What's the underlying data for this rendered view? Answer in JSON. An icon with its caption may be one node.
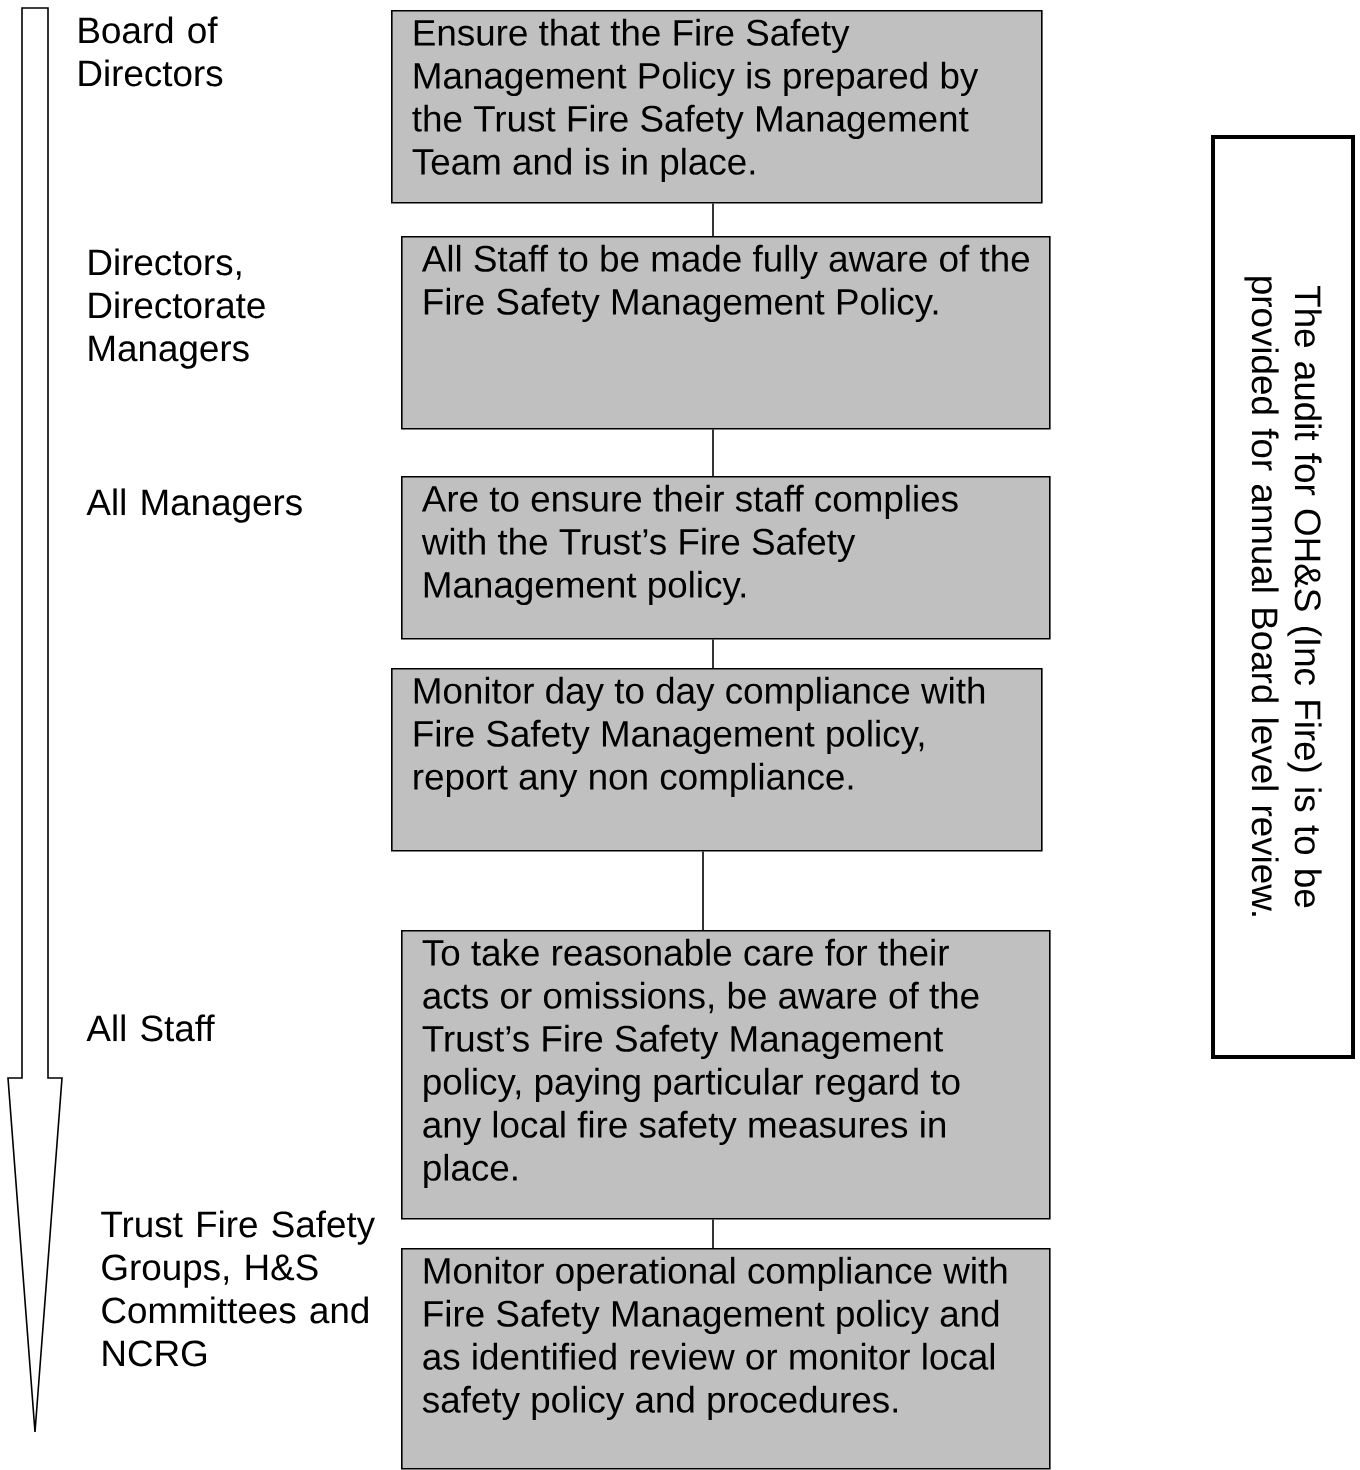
{
  "diagram": {
    "nodes": [
      {
        "text": [
          "Ensure that the Fire Safety Management Policy is prepared by the Trust Fire Safety Management Team and is in place."
        ]
      },
      {
        "text": [
          "All Staff to be made fully aware of the Fire Safety Management Policy."
        ]
      },
      {
        "text": [
          "Are to ensure their staff complies with the Trust’s Fire Safety Management policy."
        ]
      },
      {
        "text": [
          "Monitor day to day compliance with Fire Safety Management policy, report any non compliance."
        ]
      },
      {
        "text": [
          "To take reasonable care for their acts or omissions, be aware of the Trust’s Fire Safety Management policy, paying particular regard to any local fire safety measures in place."
        ]
      },
      {
        "text": [
          "Monitor operational compliance with Fire Safety Management policy and as identified review or monitor local safety policy and procedures."
        ]
      },
      {
        "text": [
          "The audit for OH&S (Inc Fire) is to be provided for annual Board level review."
        ]
      }
    ],
    "edges": [
      {
        "from": 0,
        "to": 1,
        "arrow": "none"
      },
      {
        "from": 1,
        "to": 2,
        "arrow": "none"
      },
      {
        "from": 2,
        "to": 3,
        "arrow": "none"
      },
      {
        "from": 3,
        "to": 4,
        "arrow": "none"
      },
      {
        "from": 4,
        "to": 5,
        "arrow": "none"
      }
    ],
    "labels": [
      "Board of Directors",
      "Directors, Directorate Managers",
      "All Managers",
      "All Staff",
      "Trust Fire Safety Groups, H&S Committees and NCRG"
    ]
  }
}
